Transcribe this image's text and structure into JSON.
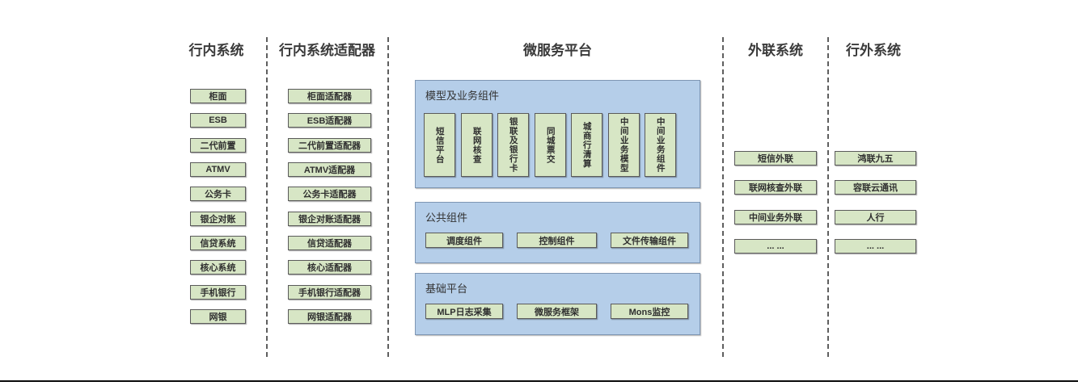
{
  "diagram": {
    "colors": {
      "node_fill": "#d7e6c5",
      "node_border": "#5a5a5a",
      "container_fill": "#b5cee9",
      "container_border": "#7e96b3",
      "divider": "#5f5f5f",
      "heading_text": "#3a3a3a",
      "bottom_rule": "#0a0a0a"
    },
    "columns": {
      "internal": {
        "title": "行内系统",
        "items": [
          "柜面",
          "ESB",
          "二代前置",
          "ATMV",
          "公务卡",
          "银企对账",
          "信贷系统",
          "核心系统",
          "手机银行",
          "网银"
        ]
      },
      "adapters": {
        "title": "行内系统适配器",
        "items": [
          "柜面适配器",
          "ESB适配器",
          "二代前置适配器",
          "ATMV适配器",
          "公务卡适配器",
          "银企对账适配器",
          "信贷适配器",
          "核心适配器",
          "手机银行适配器",
          "网银适配器"
        ]
      },
      "platform": {
        "title": "微服务平台",
        "groups": [
          {
            "label": "模型及业务组件",
            "items": [
              "短信平台",
              "联网核查",
              "银联及银行卡",
              "同城票交",
              "城商行清算",
              "中间业务模型",
              "中间业务组件"
            ]
          },
          {
            "label": "公共组件",
            "items": [
              "调度组件",
              "控制组件",
              "文件传输组件"
            ]
          },
          {
            "label": "基础平台",
            "items": [
              "MLP日志采集",
              "微服务框架",
              "Mons监控"
            ]
          }
        ]
      },
      "external_link": {
        "title": "外联系统",
        "items": [
          "短信外联",
          "联网核查外联",
          "中间业务外联",
          "... ..."
        ]
      },
      "external": {
        "title": "行外系统",
        "items": [
          "鸿联九五",
          "容联云通讯",
          "人行",
          "... ..."
        ]
      }
    }
  }
}
